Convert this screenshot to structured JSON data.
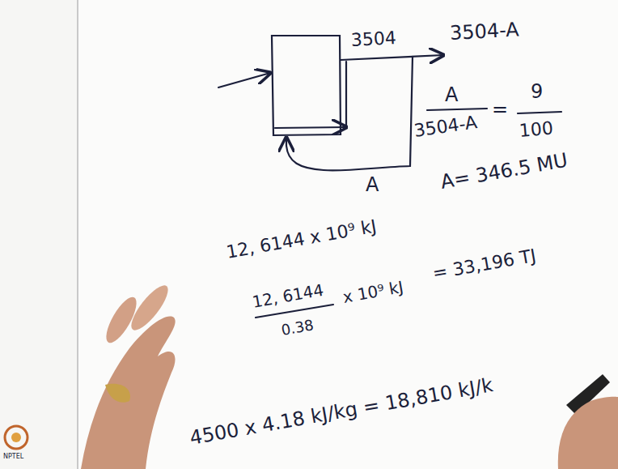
{
  "diagram": {
    "labels": [
      "3504",
      "3504-A",
      "A",
      "3504-A",
      "=",
      "9",
      "100",
      "A",
      "A= 346.5 MU",
      "12, 6144 x 10⁹ kJ",
      "12, 6144",
      "0.38",
      "x 10⁹ kJ",
      "= 33,196 TJ",
      "4500 x 4.18 kJ/kg = 18,810 kJ/k",
      "NPTEL"
    ]
  }
}
